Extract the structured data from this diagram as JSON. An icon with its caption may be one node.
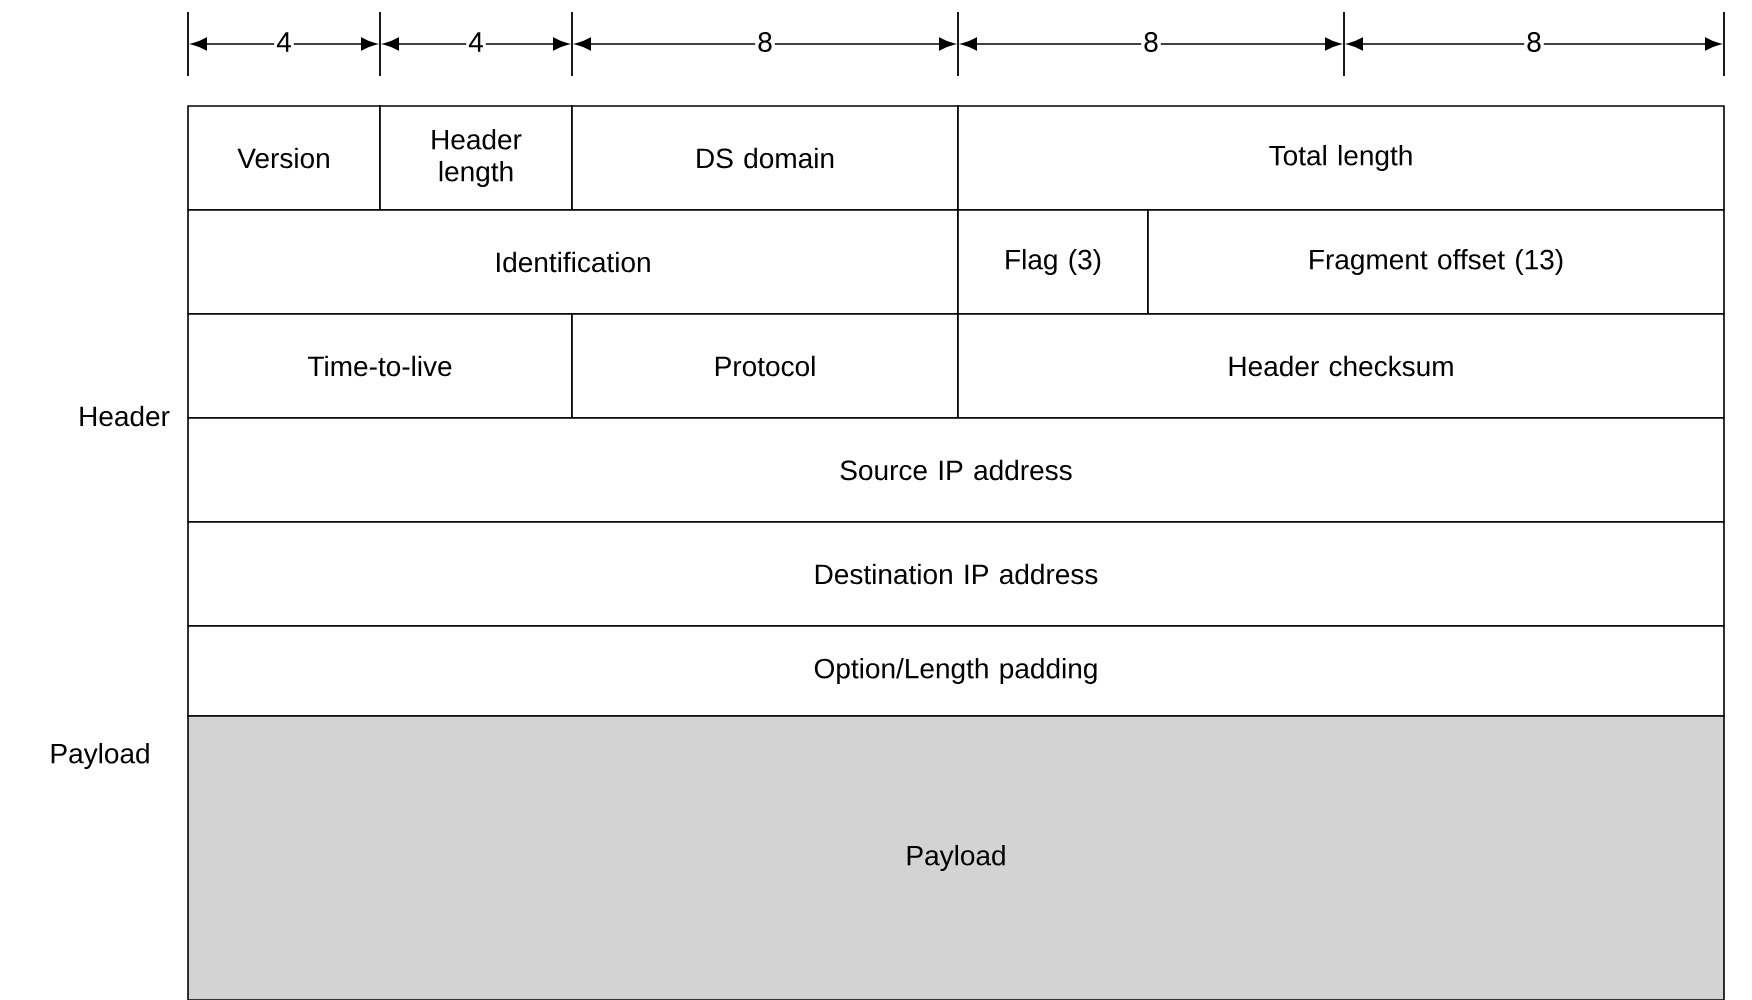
{
  "diagram": {
    "nodes": [
      {
        "text": [
          "Version"
        ]
      },
      {
        "text": [
          "Header length"
        ]
      },
      {
        "text": [
          "DS domain"
        ]
      },
      {
        "text": [
          "Total length"
        ]
      },
      {
        "text": [
          "Identification"
        ]
      },
      {
        "text": [
          "Flag (3)"
        ]
      },
      {
        "text": [
          "Fragment offset (13)"
        ]
      },
      {
        "text": [
          "Time-to-live"
        ]
      },
      {
        "text": [
          "Protocol"
        ]
      },
      {
        "text": [
          "Header checksum"
        ]
      },
      {
        "text": [
          "Source IP address"
        ]
      },
      {
        "text": [
          "Destination IP address"
        ]
      },
      {
        "text": [
          "Option/Length padding"
        ]
      },
      {
        "text": [
          "Payload"
        ]
      }
    ],
    "labels": [
      "4",
      "4",
      "8",
      "8",
      "8",
      "Header",
      "Payload"
    ]
  }
}
